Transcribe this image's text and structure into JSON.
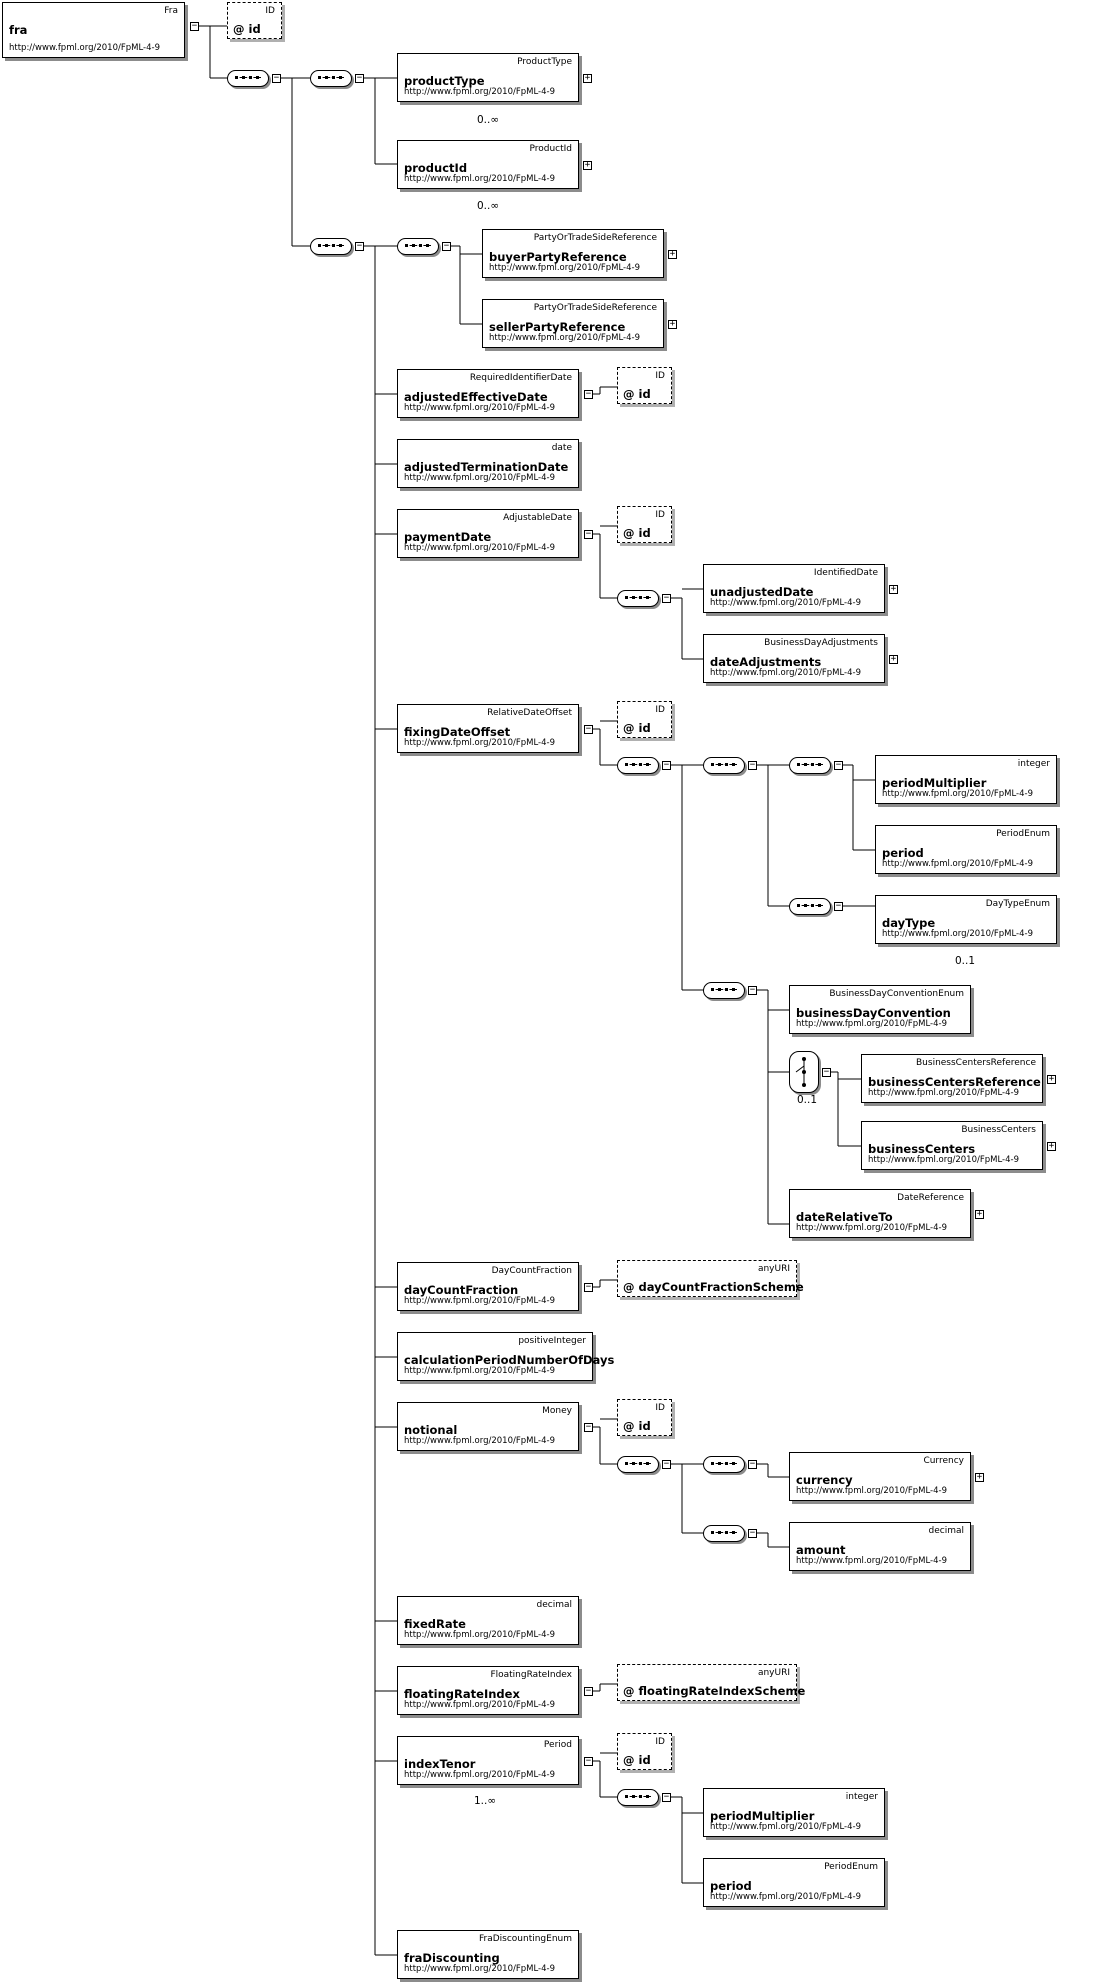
{
  "ns": "http://www.fpml.org/2010/FpML-4-9",
  "root": {
    "name": "fra",
    "type": "Fra"
  },
  "elements": {
    "productType": {
      "type": "ProductType",
      "name": "productType",
      "card": "0..∞"
    },
    "productId": {
      "type": "ProductId",
      "name": "productId",
      "card": "0..∞"
    },
    "buyerPartyReference": {
      "type": "PartyOrTradeSideReference",
      "name": "buyerPartyReference"
    },
    "sellerPartyReference": {
      "type": "PartyOrTradeSideReference",
      "name": "sellerPartyReference"
    },
    "adjustedEffectiveDate": {
      "type": "RequiredIdentifierDate",
      "name": "adjustedEffectiveDate"
    },
    "adjustedTerminationDate": {
      "type": "date",
      "name": "adjustedTerminationDate"
    },
    "paymentDate": {
      "type": "AdjustableDate",
      "name": "paymentDate"
    },
    "unadjustedDate": {
      "type": "IdentifiedDate",
      "name": "unadjustedDate"
    },
    "dateAdjustments": {
      "type": "BusinessDayAdjustments",
      "name": "dateAdjustments"
    },
    "fixingDateOffset": {
      "type": "RelativeDateOffset",
      "name": "fixingDateOffset"
    },
    "periodMultiplier1": {
      "type": "integer",
      "name": "periodMultiplier"
    },
    "period1": {
      "type": "PeriodEnum",
      "name": "period"
    },
    "dayType": {
      "type": "DayTypeEnum",
      "name": "dayType",
      "card": "0..1"
    },
    "businessDayConvention": {
      "type": "BusinessDayConventionEnum",
      "name": "businessDayConvention"
    },
    "businessCentersReference": {
      "type": "BusinessCentersReference",
      "name": "businessCentersReference"
    },
    "businessCenters": {
      "type": "BusinessCenters",
      "name": "businessCenters"
    },
    "dateRelativeTo": {
      "type": "DateReference",
      "name": "dateRelativeTo"
    },
    "dayCountFraction": {
      "type": "DayCountFraction",
      "name": "dayCountFraction"
    },
    "calculationPeriodNumberOfDays": {
      "type": "positiveInteger",
      "name": "calculationPeriodNumberOfDays"
    },
    "notional": {
      "type": "Money",
      "name": "notional"
    },
    "currency": {
      "type": "Currency",
      "name": "currency"
    },
    "amount": {
      "type": "decimal",
      "name": "amount"
    },
    "fixedRate": {
      "type": "decimal",
      "name": "fixedRate"
    },
    "floatingRateIndex": {
      "type": "FloatingRateIndex",
      "name": "floatingRateIndex"
    },
    "indexTenor": {
      "type": "Period",
      "name": "indexTenor",
      "card": "1..∞"
    },
    "periodMultiplier2": {
      "type": "integer",
      "name": "periodMultiplier"
    },
    "period2": {
      "type": "PeriodEnum",
      "name": "period"
    },
    "fraDiscounting": {
      "type": "FraDiscountingEnum",
      "name": "fraDiscounting"
    }
  },
  "attributes": {
    "idRoot": {
      "type": "ID",
      "name": "id"
    },
    "idEffective": {
      "type": "ID",
      "name": "id"
    },
    "idPayment": {
      "type": "ID",
      "name": "id"
    },
    "idFixing": {
      "type": "ID",
      "name": "id"
    },
    "dayCountFractionScheme": {
      "type": "anyURI",
      "name": "dayCountFractionScheme"
    },
    "idNotional": {
      "type": "ID",
      "name": "id"
    },
    "floatingRateIndexScheme": {
      "type": "anyURI",
      "name": "floatingRateIndexScheme"
    },
    "idIndexTenor": {
      "type": "ID",
      "name": "id"
    }
  },
  "choice_card": "0..1"
}
